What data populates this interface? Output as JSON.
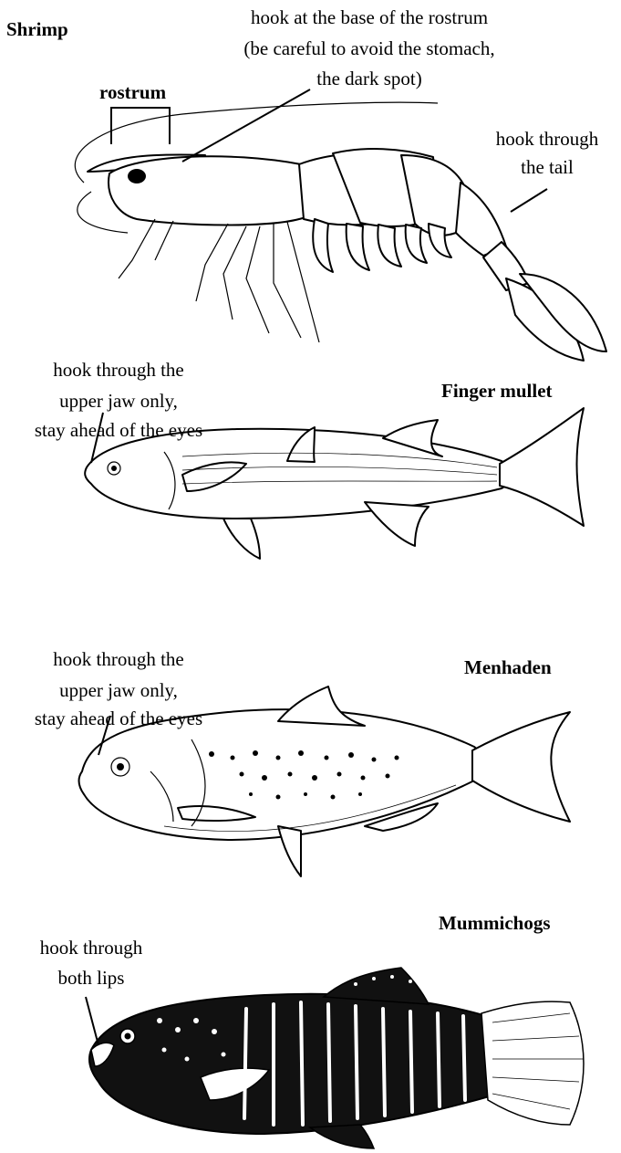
{
  "shrimp": {
    "title": "Shrimp",
    "rostrum_label": "rostrum",
    "base_note": [
      "hook at the base of the rostrum",
      "(be careful to avoid the stomach,",
      "the dark spot)"
    ],
    "tail_note": [
      "hook through",
      "the tail"
    ]
  },
  "mullet": {
    "title": "Finger mullet",
    "note": [
      "hook through the",
      "upper jaw only,",
      "stay ahead of the eyes"
    ]
  },
  "menhaden": {
    "title": "Menhaden",
    "note": [
      "hook through the",
      "upper jaw only,",
      "stay ahead of the eyes"
    ]
  },
  "mummichog": {
    "title": "Mummichogs",
    "note": [
      "hook through",
      "both lips"
    ]
  }
}
